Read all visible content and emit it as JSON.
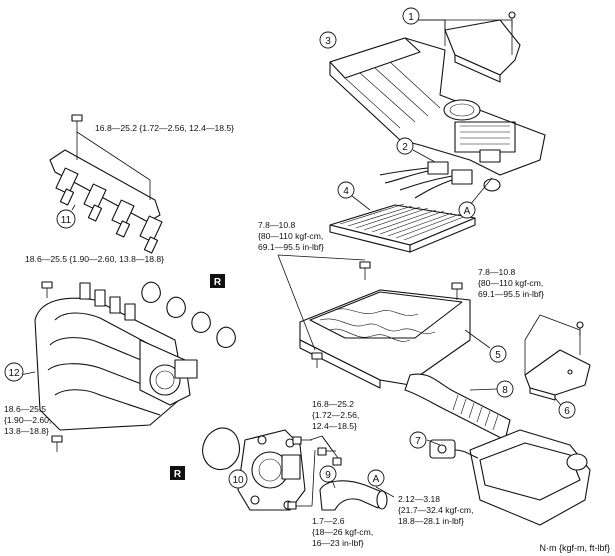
{
  "callouts": {
    "c1": "1",
    "c2": "2",
    "c3": "3",
    "c4": "4",
    "c5": "5",
    "c6": "6",
    "c7": "7",
    "c8": "8",
    "c9": "9",
    "c10": "10",
    "c11": "11",
    "c12": "12",
    "cA_upper": "A",
    "cA_lower": "A"
  },
  "r_marks": {
    "r_upper": "R",
    "r_lower": "R"
  },
  "torques": {
    "coil_bolt": "16.8—25.2 {1.72—2.56, 12.4—18.5}",
    "intake_top": "18.6—25.5 {1.90—2.60, 13.8—18.8}",
    "intake_bottom": [
      "18.6—25.5",
      "{1.90—2.60,",
      "13.8—18.8}"
    ],
    "aircleaner_left": [
      "7.8—10.8",
      "{80—110 kgf-cm,",
      "69.1—95.5 in-lbf}"
    ],
    "aircleaner_right": [
      "7.8—10.8",
      "{80—110 kgf-cm,",
      "69.1—95.5 in-lbf}"
    ],
    "throttle_top": [
      "16.8—25.2",
      "{1.72—2.56,",
      "12.4—18.5}"
    ],
    "throttle_bottom": [
      "1.7—2.6",
      "{18—26 kgf-cm,",
      "16—23 in-lbf}"
    ],
    "hose_clamp": [
      "2.12—3.18",
      "{21.7—32.4 kgf-cm,",
      "18.8—28.1 in-lbf}"
    ]
  },
  "units_note": "N·m {kgf-m, ft-lbf}"
}
